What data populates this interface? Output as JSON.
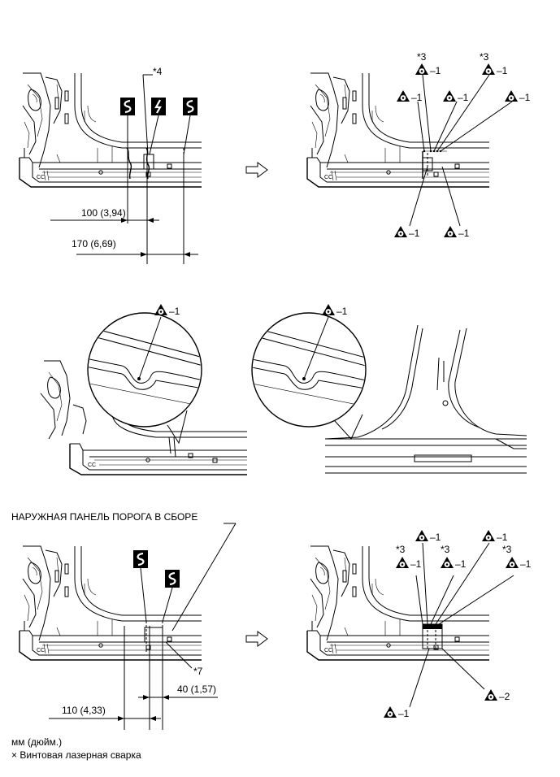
{
  "labels": {
    "star4": "*4",
    "star3": "*3",
    "star7": "*7",
    "weld1": "–1",
    "weld2": "–2",
    "dim100": "100 (3,94)",
    "dim170": "170 (6,69)",
    "dim110": "110 (4,33)",
    "dim40": "40 (1,57)",
    "panel_name": "НАРУЖНАЯ ПАНЕЛЬ ПОРОГА В СБОРЕ"
  },
  "legend": {
    "units": "мм (дюйм.)",
    "cross_symbol": "×",
    "laser_weld": "Винтовая лазерная сварка"
  },
  "icons": {
    "cut_symbol": "cut-symbol-icon",
    "weld_symbol": "weld-point-icon",
    "arrow": "right-arrow-icon"
  }
}
